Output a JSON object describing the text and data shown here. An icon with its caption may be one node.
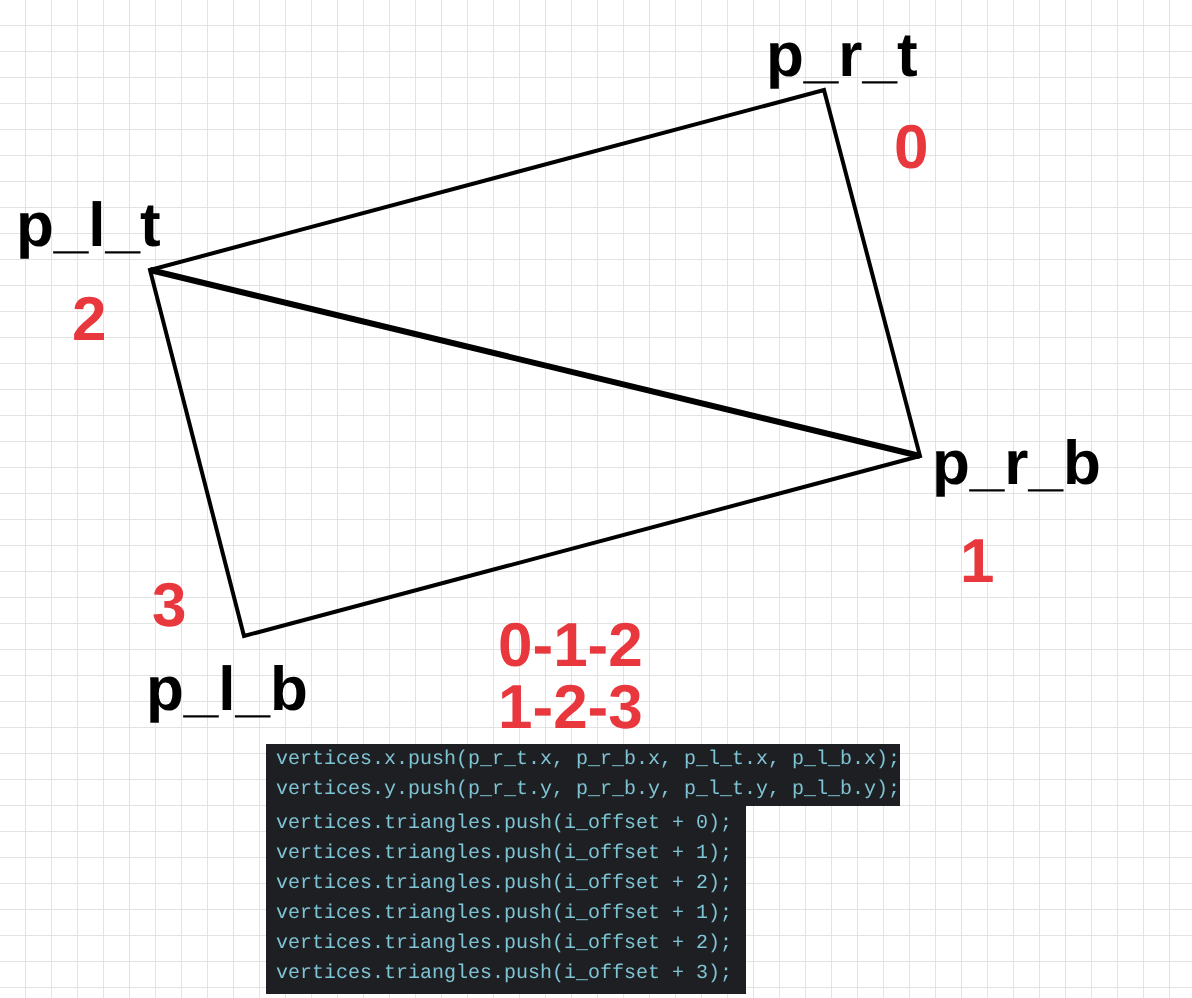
{
  "diagram": {
    "labels": [
      "p_r_t",
      "0",
      "p_l_t",
      "2",
      "p_r_b",
      "1",
      "3",
      "0-1-2",
      "p_l_b",
      "1-2-3",
      "vertices.x.push(p_r_t.x, p_r_b.x, p_l_t.x, p_l_b.x);",
      "vertices.y.push(p_r_t.y, p_r_b.y, p_l_t.y, p_l_b.y);",
      "vertices.triangles.push(i_offset + 0);",
      "vertices.triangles.push(i_offset + 1);",
      "vertices.triangles.push(i_offset + 2);",
      "vertices.triangles.push(i_offset + 1);",
      "vertices.triangles.push(i_offset + 2);",
      "vertices.triangles.push(i_offset + 3);"
    ]
  }
}
